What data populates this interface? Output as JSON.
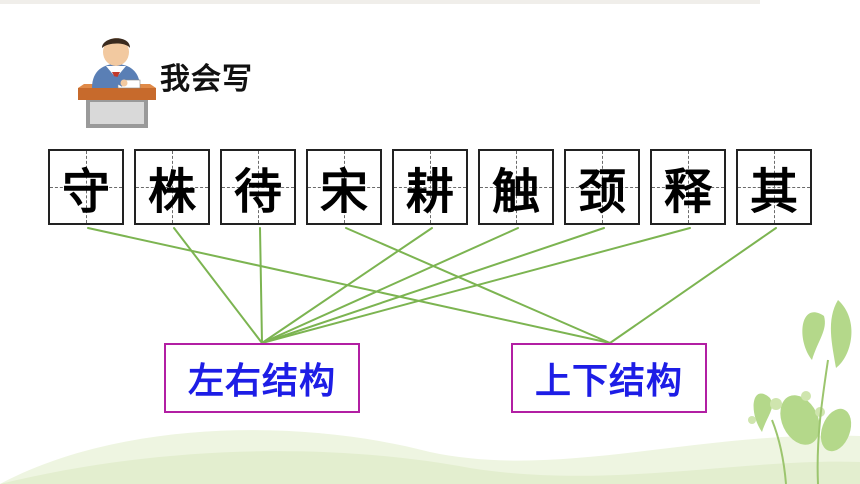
{
  "header": {
    "title": "我会写"
  },
  "characters": [
    {
      "char": "守",
      "structure": "上下结构"
    },
    {
      "char": "株",
      "structure": "左右结构"
    },
    {
      "char": "待",
      "structure": "左右结构"
    },
    {
      "char": "宋",
      "structure": "上下结构"
    },
    {
      "char": "耕",
      "structure": "左右结构"
    },
    {
      "char": "触",
      "structure": "左右结构"
    },
    {
      "char": "颈",
      "structure": "左右结构"
    },
    {
      "char": "释",
      "structure": "左右结构"
    },
    {
      "char": "其",
      "structure": "上下结构"
    }
  ],
  "categories": {
    "left": "左右结构",
    "right": "上下结构"
  },
  "colors": {
    "link_line": "#7cb451",
    "box_border": "#b21fa3",
    "box_text": "#1d1de6",
    "leaf_green": "#b4d88a"
  },
  "icons": {
    "illustration": "student-writing-icon"
  }
}
